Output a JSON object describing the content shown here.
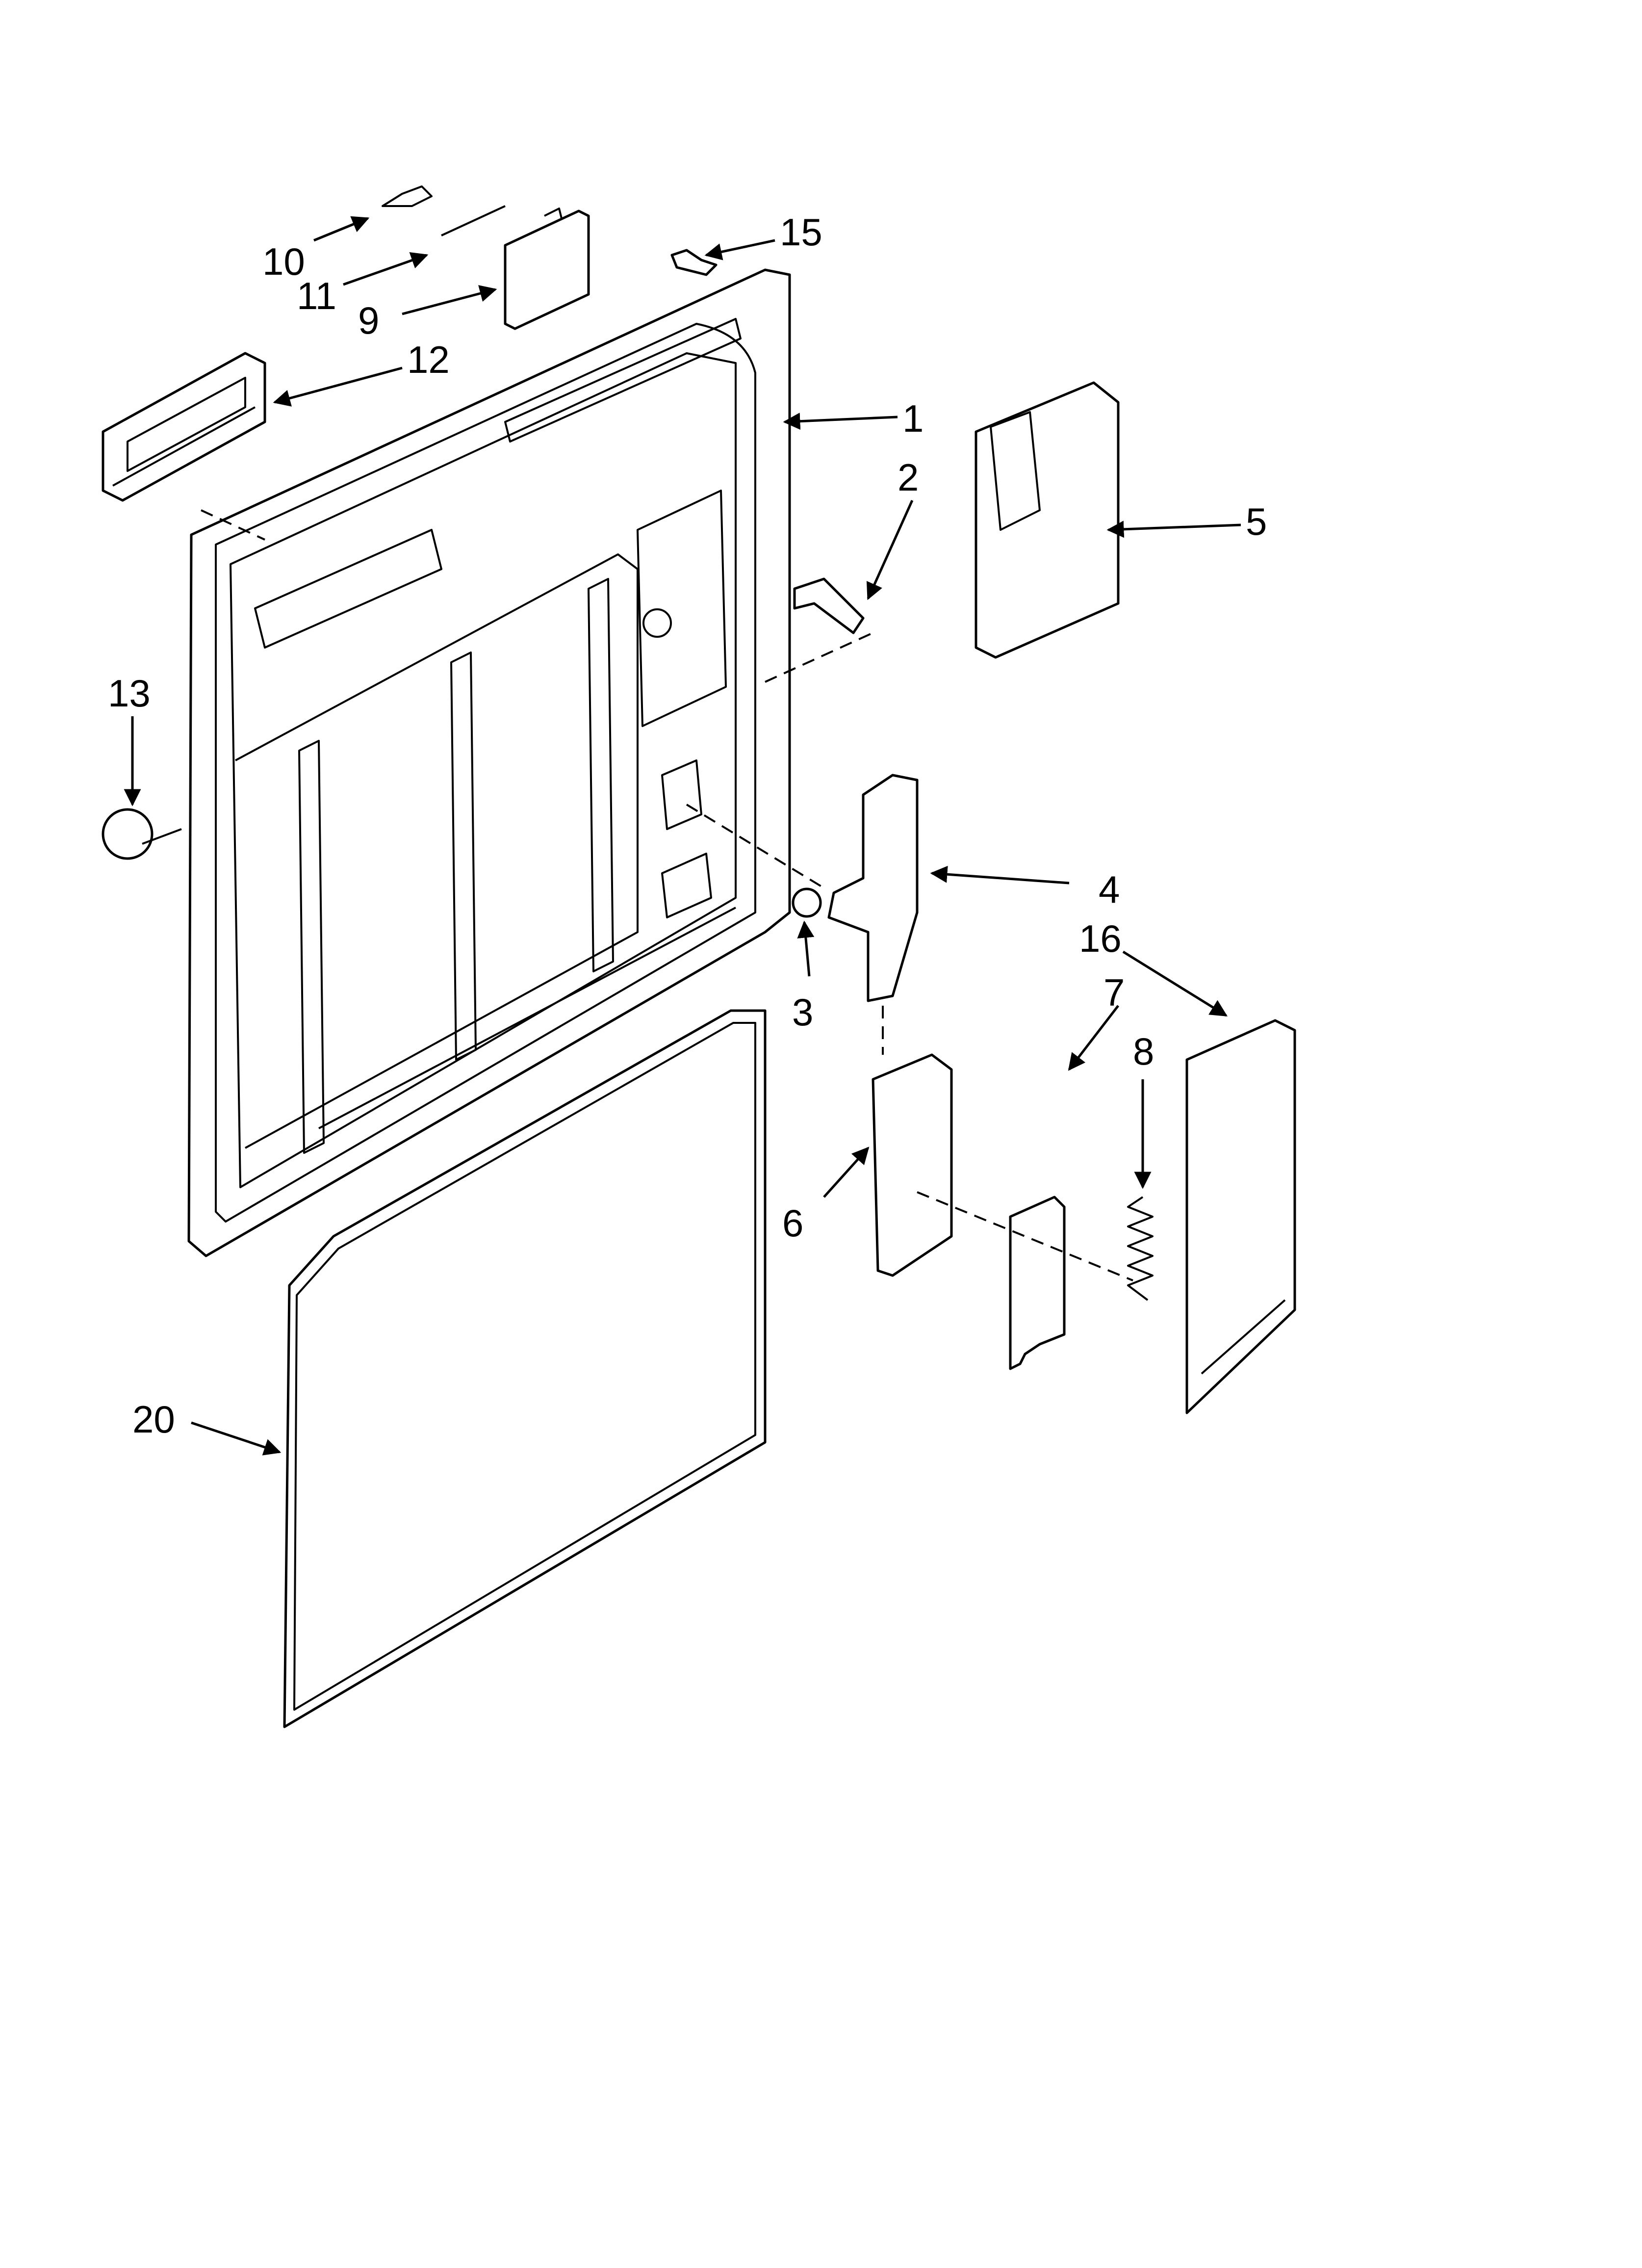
{
  "diagram": {
    "type": "exploded-parts-diagram",
    "line_color": "#000000",
    "background": "#ffffff",
    "callouts": [
      {
        "id": "c1",
        "label": "1"
      },
      {
        "id": "c2",
        "label": "2"
      },
      {
        "id": "c3",
        "label": "3"
      },
      {
        "id": "c4",
        "label": "4"
      },
      {
        "id": "c5",
        "label": "5"
      },
      {
        "id": "c6",
        "label": "6"
      },
      {
        "id": "c7",
        "label": "7"
      },
      {
        "id": "c8",
        "label": "8"
      },
      {
        "id": "c9",
        "label": "9"
      },
      {
        "id": "c10",
        "label": "10"
      },
      {
        "id": "c11",
        "label": "11"
      },
      {
        "id": "c12",
        "label": "12"
      },
      {
        "id": "c13",
        "label": "13"
      },
      {
        "id": "c15",
        "label": "15"
      },
      {
        "id": "c16",
        "label": "16"
      },
      {
        "id": "c20",
        "label": "20"
      }
    ]
  }
}
